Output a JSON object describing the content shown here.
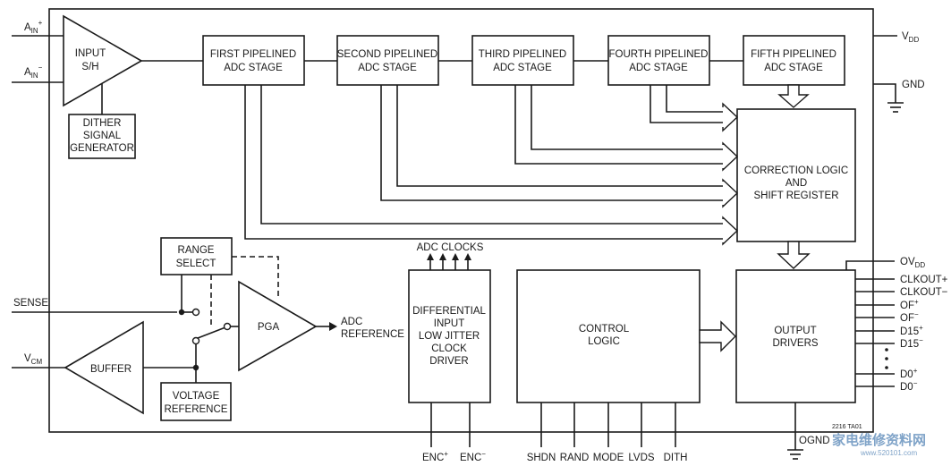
{
  "pins_left": {
    "ain_plus": {
      "main": "A",
      "sub": "IN",
      "sup": "+"
    },
    "ain_minus": {
      "main": "A",
      "sub": "IN",
      "sup": "−"
    },
    "sense": "SENSE",
    "vcm": {
      "main": "V",
      "sub": "CM"
    }
  },
  "pins_right": {
    "vdd": {
      "main": "V",
      "sub": "DD"
    },
    "gnd": "GND",
    "ovdd": {
      "main": "OV",
      "sub": "DD"
    },
    "clkout_plus": "CLKOUT+",
    "clkout_minus": "CLKOUT−",
    "of_plus": {
      "main": "OF",
      "sup": "+"
    },
    "of_minus": {
      "main": "OF",
      "sup": "−"
    },
    "d15_plus": {
      "main": "D15",
      "sup": "+"
    },
    "d15_minus": {
      "main": "D15",
      "sup": "−"
    },
    "d0_plus": {
      "main": "D0",
      "sup": "+"
    },
    "d0_minus": {
      "main": "D0",
      "sup": "−"
    }
  },
  "pins_bottom": {
    "enc_plus": {
      "main": "ENC",
      "sup": "+"
    },
    "enc_minus": {
      "main": "ENC",
      "sup": "−"
    },
    "shdn": "SHDN",
    "rand": "RAND",
    "mode": "MODE",
    "lvds": "LVDS",
    "dith": "DITH",
    "ognd": "OGND"
  },
  "blocks": {
    "input_sh": [
      "INPUT",
      "S/H"
    ],
    "dither": [
      "DITHER",
      "SIGNAL",
      "GENERATOR"
    ],
    "stage1": [
      "FIRST PIPELINED",
      "ADC STAGE"
    ],
    "stage2": [
      "SECOND PIPELINED",
      "ADC STAGE"
    ],
    "stage3": [
      "THIRD PIPELINED",
      "ADC STAGE"
    ],
    "stage4": [
      "FOURTH PIPELINED",
      "ADC STAGE"
    ],
    "stage5": [
      "FIFTH PIPELINED",
      "ADC STAGE"
    ],
    "correction": [
      "CORRECTION LOGIC",
      "AND",
      "SHIFT REGISTER"
    ],
    "range_select": [
      "RANGE",
      "SELECT"
    ],
    "pga": [
      "PGA"
    ],
    "buffer": [
      "BUFFER"
    ],
    "voltage_ref": [
      "VOLTAGE",
      "REFERENCE"
    ],
    "clock_driver": [
      "DIFFERENTIAL",
      "INPUT",
      "LOW JITTER",
      "CLOCK",
      "DRIVER"
    ],
    "control_logic": [
      "CONTROL",
      "LOGIC"
    ],
    "output_drivers": [
      "OUTPUT",
      "DRIVERS"
    ]
  },
  "labels": {
    "adc_clocks": "ADC CLOCKS",
    "adc_reference": [
      "ADC",
      "REFERENCE"
    ],
    "figure_code": "2216 TA01",
    "watermark": "家电维修资料网",
    "watermark_url": "www.520101.com"
  }
}
